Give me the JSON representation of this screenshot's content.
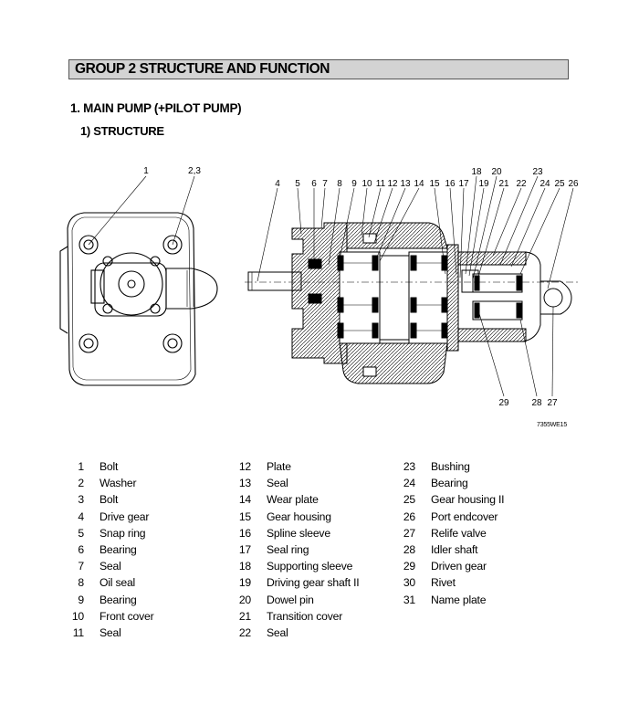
{
  "header": {
    "group_title": "GROUP  2  STRUCTURE AND FUNCTION",
    "section_title": "1. MAIN PUMP (+PILOT PUMP)",
    "subsection_title": "1) STRUCTURE"
  },
  "drawing": {
    "code": "7355WE15",
    "callouts_left_view": [
      "1",
      "2,3"
    ],
    "callouts_top": [
      "4",
      "5",
      "6",
      "7",
      "8",
      "9",
      "10",
      "11",
      "12",
      "13",
      "14",
      "15",
      "16",
      "17",
      "18",
      "19",
      "20",
      "21",
      "22",
      "23",
      "24",
      "25",
      "26"
    ],
    "callouts_bottom": [
      "29",
      "28",
      "27"
    ]
  },
  "parts": {
    "col1": [
      {
        "num": "1",
        "name": "Bolt"
      },
      {
        "num": "2",
        "name": "Washer"
      },
      {
        "num": "3",
        "name": "Bolt"
      },
      {
        "num": "4",
        "name": "Drive gear"
      },
      {
        "num": "5",
        "name": "Snap ring"
      },
      {
        "num": "6",
        "name": "Bearing"
      },
      {
        "num": "7",
        "name": "Seal"
      },
      {
        "num": "8",
        "name": "Oil seal"
      },
      {
        "num": "9",
        "name": "Bearing"
      },
      {
        "num": "10",
        "name": "Front cover"
      },
      {
        "num": "11",
        "name": "Seal"
      }
    ],
    "col2": [
      {
        "num": "12",
        "name": "Plate"
      },
      {
        "num": "13",
        "name": "Seal"
      },
      {
        "num": "14",
        "name": "Wear plate"
      },
      {
        "num": "15",
        "name": "Gear housing"
      },
      {
        "num": "16",
        "name": "Spline sleeve"
      },
      {
        "num": "17",
        "name": "Seal ring"
      },
      {
        "num": "18",
        "name": "Supporting sleeve"
      },
      {
        "num": "19",
        "name": "Driving gear shaft II"
      },
      {
        "num": "20",
        "name": "Dowel pin"
      },
      {
        "num": "21",
        "name": "Transition cover"
      },
      {
        "num": "22",
        "name": "Seal"
      }
    ],
    "col3": [
      {
        "num": "23",
        "name": "Bushing"
      },
      {
        "num": "24",
        "name": "Bearing"
      },
      {
        "num": "25",
        "name": "Gear housing II"
      },
      {
        "num": "26",
        "name": "Port endcover"
      },
      {
        "num": "27",
        "name": "Relife valve"
      },
      {
        "num": "28",
        "name": "Idler shaft"
      },
      {
        "num": "29",
        "name": "Driven gear"
      },
      {
        "num": "30",
        "name": "Rivet"
      },
      {
        "num": "31",
        "name": "Name plate"
      }
    ]
  }
}
